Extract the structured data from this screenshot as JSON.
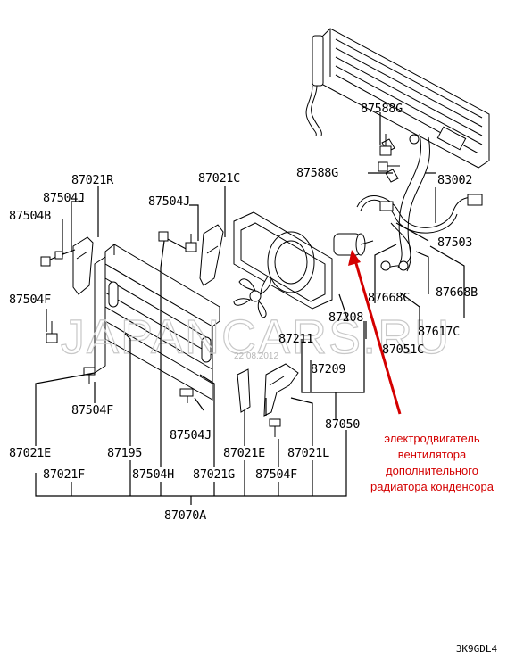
{
  "labels": {
    "p87588G_1": "87588G",
    "p87588G_2": "87588G",
    "p83002": "83002",
    "p87503": "87503",
    "p87668C": "87668C",
    "p87668B": "87668B",
    "p87617C": "87617C",
    "p87051C": "87051C",
    "p87208": "87208",
    "p87211": "87211",
    "p87209": "87209",
    "p87050": "87050",
    "p87021R": "87021R",
    "p87504J_1": "87504J",
    "p87504B": "87504B",
    "p87504F_1": "87504F",
    "p87021C": "87021C",
    "p87504J_2": "87504J",
    "p87504F_2": "87504F",
    "p87504J_3": "87504J",
    "p87021E_1": "87021E",
    "p87195": "87195",
    "p87021E_2": "87021E",
    "p87021L": "87021L",
    "p87021F": "87021F",
    "p87504H": "87504H",
    "p87021G": "87021G",
    "p87504F_3": "87504F",
    "p87070A": "87070A"
  },
  "annotation": {
    "line1": "электродвигатель",
    "line2": "вентилятора",
    "line3": "дополнительного",
    "line4": "радиатора конденсора",
    "color": "#d40000"
  },
  "watermark": {
    "text": "JAPANCARS.RU",
    "date": "22.08.2012"
  },
  "diagram_code": "3K9GDL4"
}
